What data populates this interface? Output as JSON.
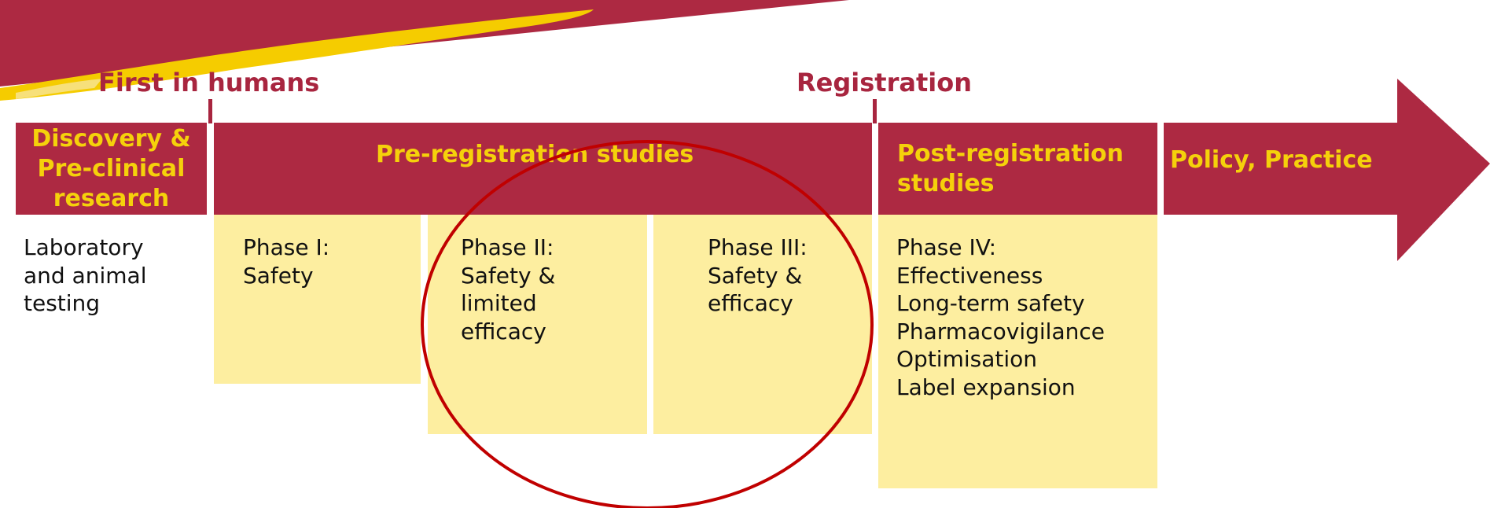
{
  "milestones": {
    "first_in_humans": "First in humans",
    "registration": "Registration"
  },
  "stages": {
    "discovery": "Discovery &\nPre-clinical\nresearch",
    "pre_registration": "Pre-registration studies",
    "post_registration": "Post-registration\nstudies",
    "policy": "Policy, Practice"
  },
  "phases": {
    "lab": "Laboratory\nand animal\ntesting",
    "phase1": "Phase I:\nSafety",
    "phase2": "Phase II:\nSafety &\nlimited\nefficacy",
    "phase3": "Phase III:\nSafety &\nefficacy",
    "phase4": "Phase IV:\nEffectiveness\nLong-term safety\nPharmacovigilance\nOptimisation\nLabel expansion"
  },
  "colors": {
    "band": "#ad2942",
    "band_text": "#f5d10b",
    "box": "#fdeea0",
    "circle": "#c00000"
  }
}
